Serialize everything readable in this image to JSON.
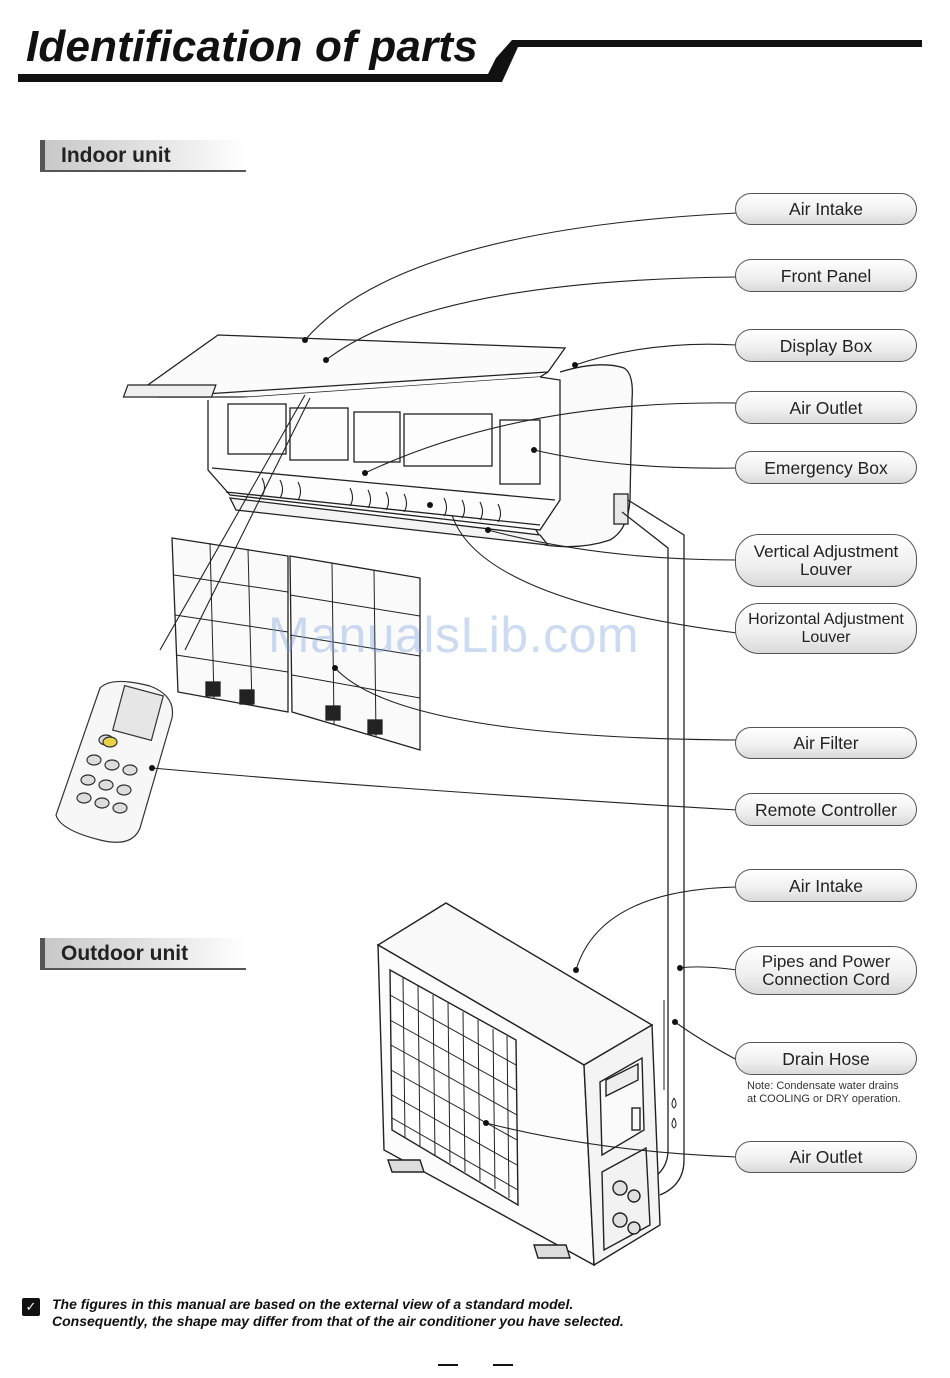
{
  "page": {
    "title": "Identification of parts",
    "watermark": "ManualsLib.com"
  },
  "sections": {
    "indoor": "Indoor unit",
    "outdoor": "Outdoor unit"
  },
  "callouts": [
    {
      "text": "Air Intake"
    },
    {
      "text": "Front Panel"
    },
    {
      "text": "Display Box"
    },
    {
      "text": "Air Outlet"
    },
    {
      "text": "Emergency Box"
    },
    {
      "text": "Vertical Adjustment\nLouver"
    },
    {
      "text": "Horizontal Adjustment\nLouver"
    },
    {
      "text": "Air Filter"
    },
    {
      "text": "Remote Controller"
    },
    {
      "text": "Air Intake"
    },
    {
      "text": "Pipes and Power\nConnection Cord"
    },
    {
      "text": "Drain Hose"
    },
    {
      "text": "Air Outlet"
    }
  ],
  "note": {
    "line1": "Note: Condensate water drains",
    "line2": "at COOLING or DRY operation."
  },
  "footer": {
    "line1": "The figures in this manual are based on the external view of a standard model.",
    "line2": "Consequently, the shape may differ from that of the air conditioner you have selected."
  },
  "icons": {
    "footer": "pencil-check-icon"
  }
}
